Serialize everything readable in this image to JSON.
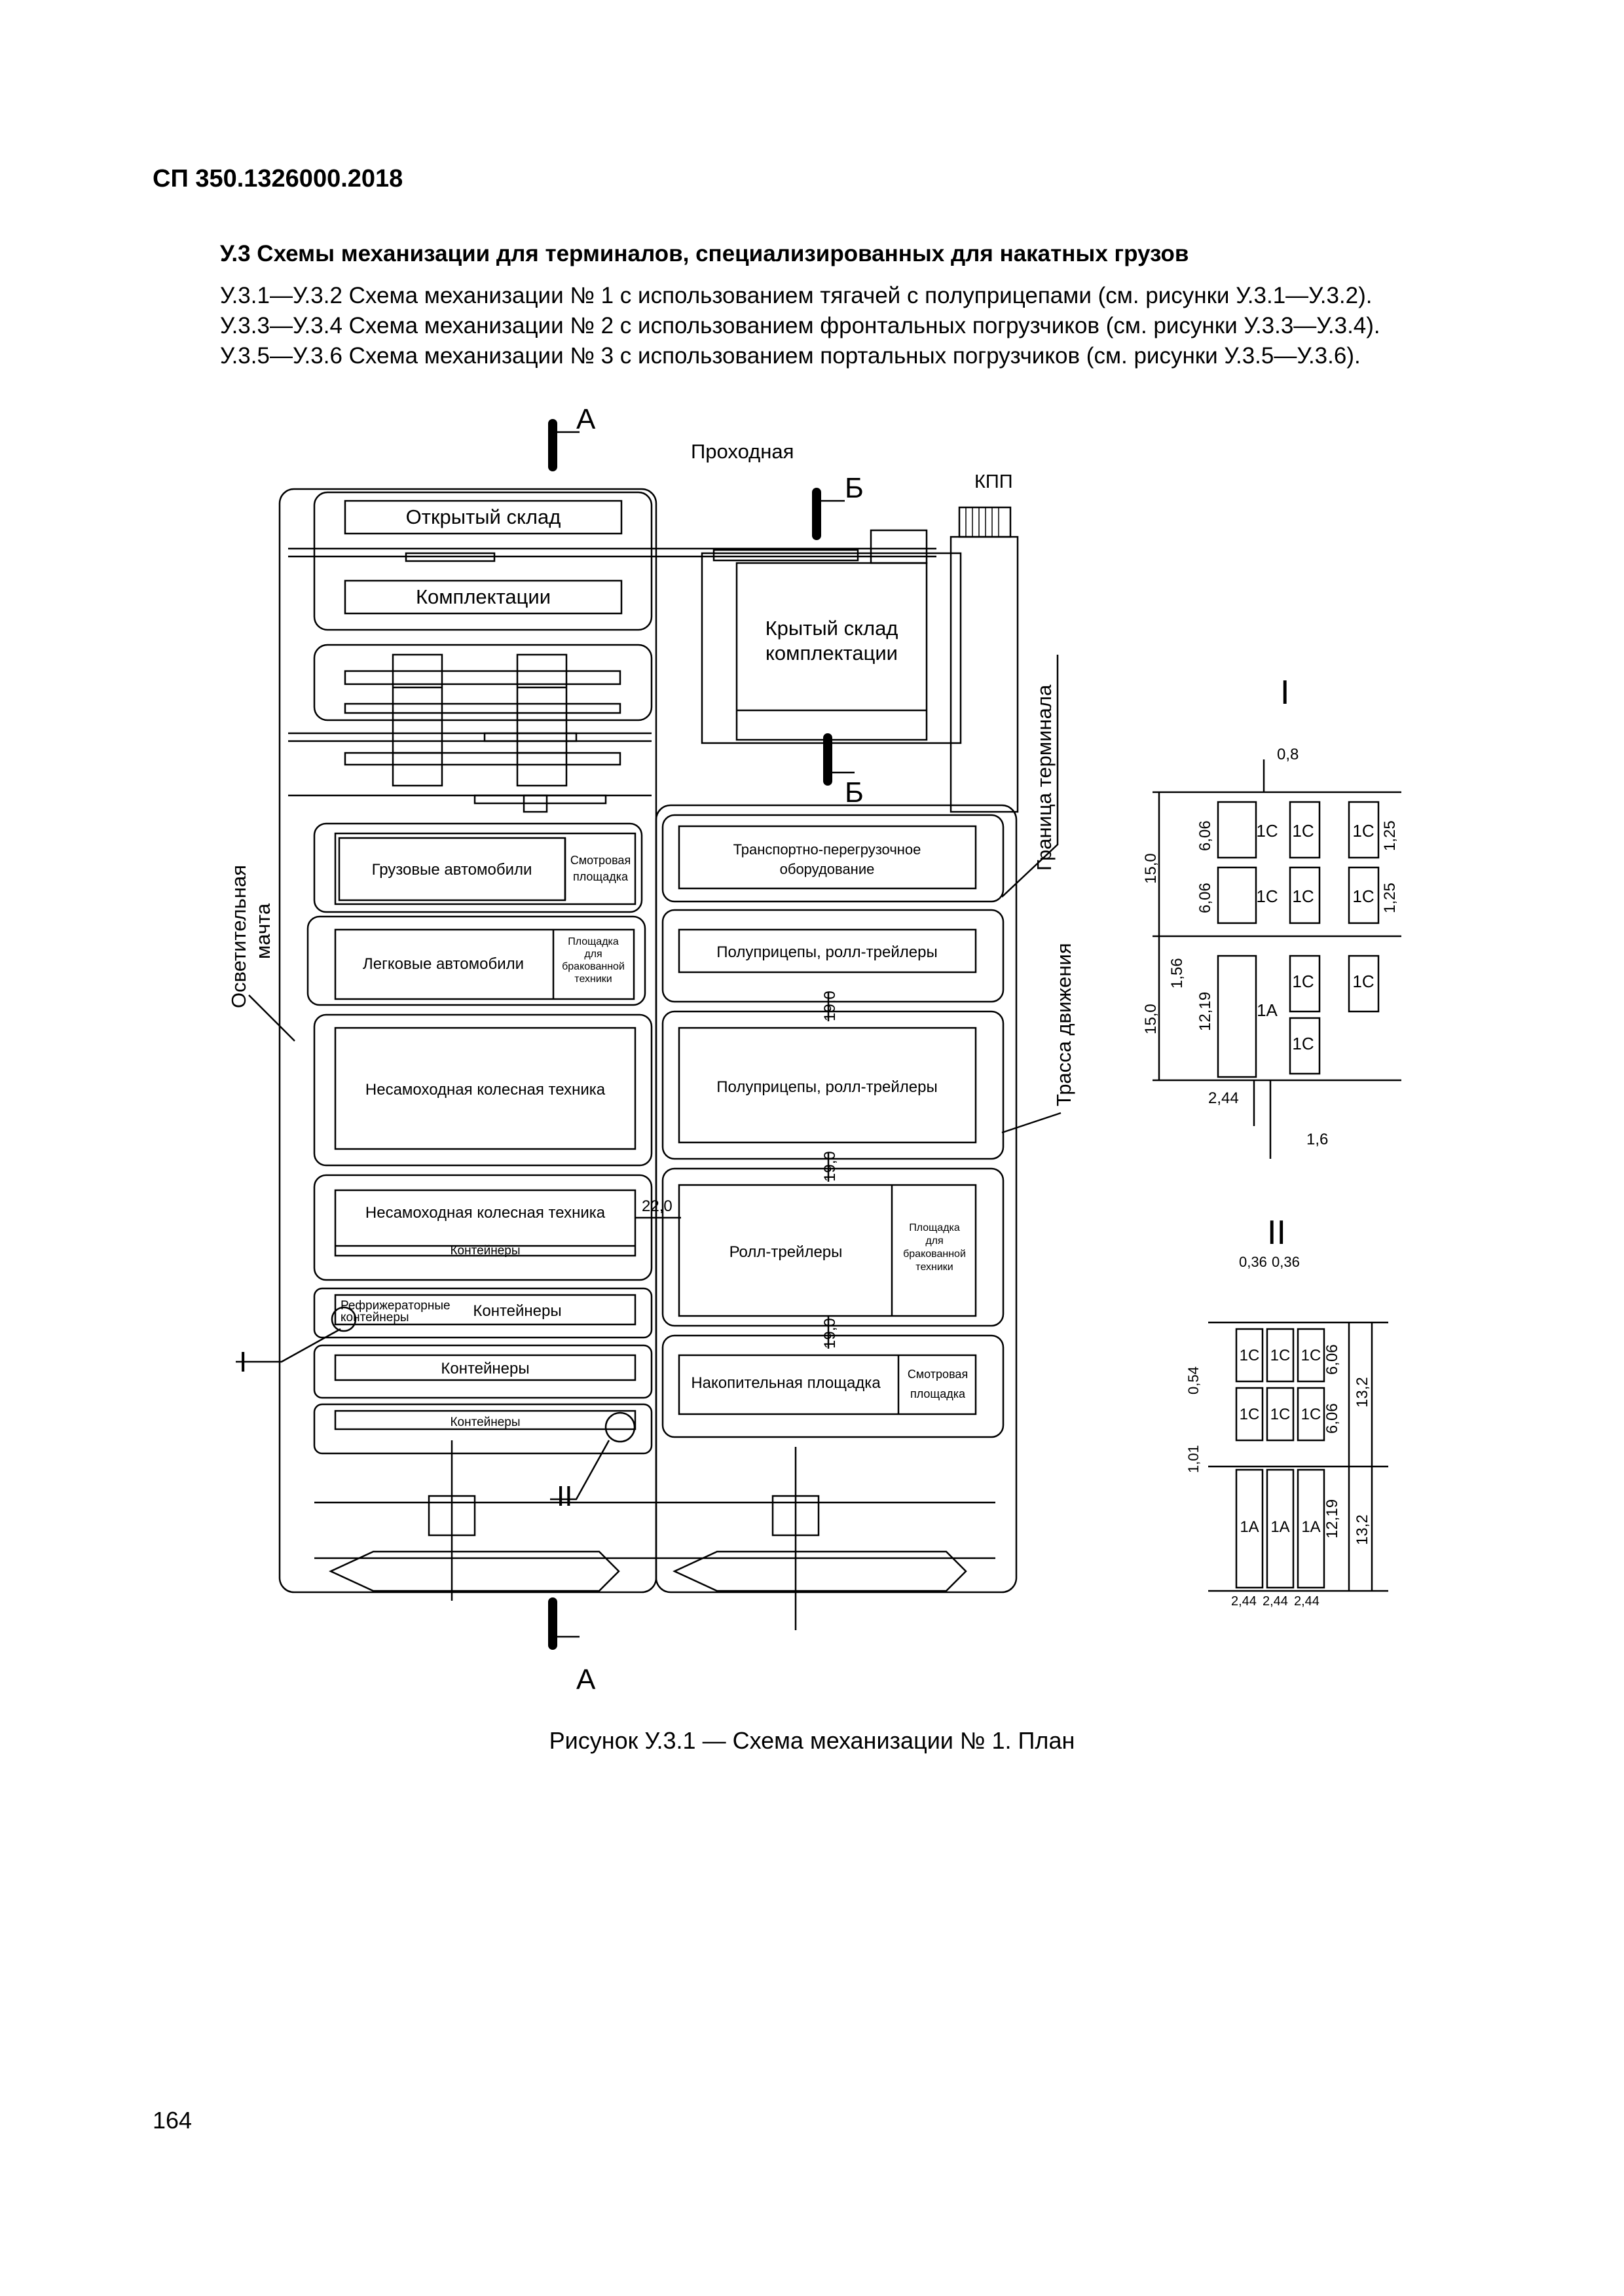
{
  "header": {
    "doc_code": "СП 350.1326000.2018"
  },
  "section": {
    "title": "У.3  Схемы механизации для терминалов, специализированных для накатных грузов",
    "paragraphs": [
      "У.3.1—У.3.2  Схема механизации № 1 с использованием тягачей с полуприцепами (см. рисунки У.3.1—У.3.2).",
      "У.3.3—У.3.4  Схема механизации № 2 с использованием фронтальных погрузчиков (см. рисунки У.3.3—У.3.4).",
      "У.3.5—У.3.6  Схема механизации № 3 с использованием портальных погрузчиков (см. рисунки У.3.5—У.3.6)."
    ]
  },
  "figure": {
    "caption": "Рисунок У.3.1  — Схема механизации № 1. План",
    "labels": {
      "section_a_top": "А",
      "section_a_bottom": "А",
      "section_b_top": "Б",
      "section_b_bottom": "Б",
      "checkpoint": "Проходная",
      "kpp": "КПП",
      "open_warehouse": "Открытый склад",
      "kompletatsii": "Комплектации",
      "covered_warehouse_1": "Крытый склад",
      "covered_warehouse_2": "комплектации",
      "terminal_boundary": "Граница терминала",
      "traffic_route": "Трасса движения",
      "lighting_mast_1": "Осветительная",
      "lighting_mast_2": "мачта",
      "trucks": "Грузовые автомобили",
      "inspection_area_1": "Смотровая",
      "inspection_area_2": "площадка",
      "cars": "Легковые автомобили",
      "reject_1": "Площадка",
      "reject_2": "для",
      "reject_3": "бракованной",
      "reject_4": "техники",
      "nonself_1": "Несамоходная колесная техника",
      "nonself_2": "Несамоходная колесная техника",
      "containers_1": "Контейнеры",
      "containers_2": "Контейнеры",
      "containers_3": "Контейнеры",
      "containers_4": "Контейнеры",
      "reefer_1": "Рефрижераторные",
      "reefer_2": "контейнеры",
      "transshipment_1": "Транспортно-перегрузочное",
      "transshipment_2": "оборудование",
      "semitrailers_1": "Полуприцепы, ролл-трейлеры",
      "semitrailers_2": "Полуприцепы, ролл-трейлеры",
      "roll_trailers": "Ролл-трейлеры",
      "storage_area": "Накопительная площадка",
      "dim_19_a": "19,0",
      "dim_19_b": "19,0",
      "dim_19_c": "19,0",
      "dim_22": "22,0",
      "detail_i_marker": "I",
      "detail_ii_marker": "II",
      "detail_i_title": "I",
      "detail_ii_title": "II"
    },
    "detail_i": {
      "dim_top": "0,8",
      "dim_15_a": "15,0",
      "dim_15_b": "15,0",
      "dim_606_a": "6,06",
      "dim_606_b": "6,06",
      "dim_125_a": "1,25",
      "dim_125_b": "1,25",
      "dim_156": "1,56",
      "dim_1219": "12,19",
      "dim_244": "2,44",
      "dim_16": "1,6",
      "cell_1c": "1С",
      "cell_1a": "1А"
    },
    "detail_ii": {
      "dim_036_a": "0,36",
      "dim_036_b": "0,36",
      "dim_606_a": "6,06",
      "dim_606_b": "6,06",
      "dim_132_a": "13,2",
      "dim_132_b": "13,2",
      "dim_054": "0,54",
      "dim_101": "1,01",
      "dim_1219": "12,19",
      "dim_244_a": "2,44",
      "dim_244_b": "2,44",
      "dim_244_c": "2,44",
      "cell_1c": "1С",
      "cell_1a": "1А"
    }
  },
  "page": {
    "number": "164"
  }
}
